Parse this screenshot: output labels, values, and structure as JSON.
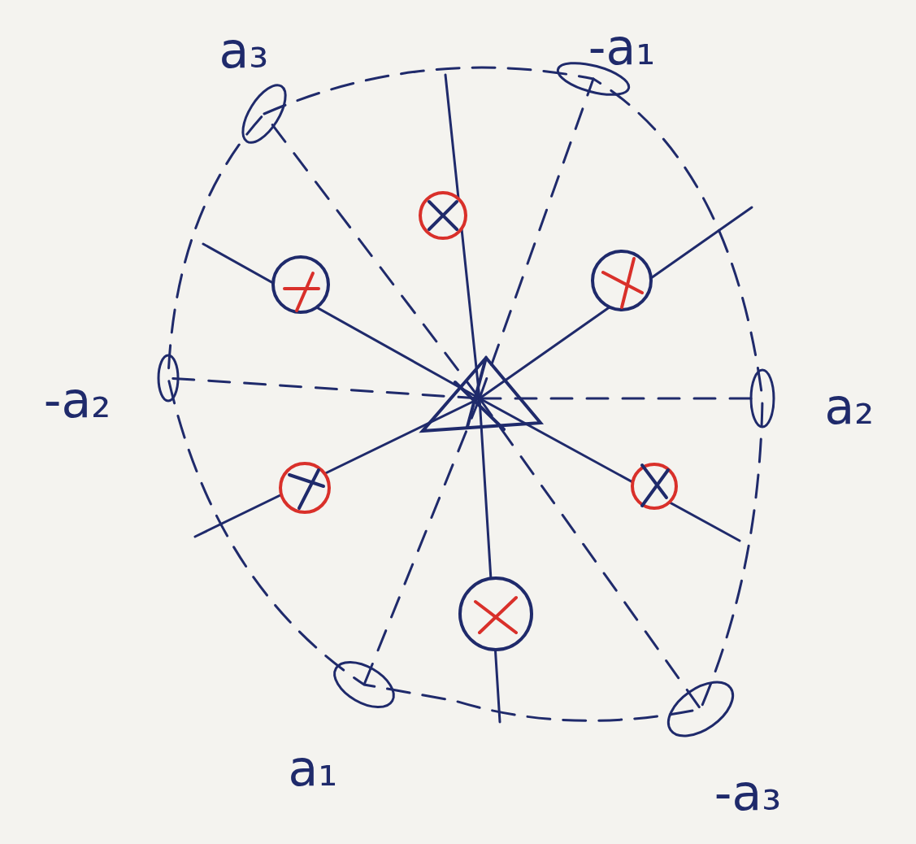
{
  "diagram": {
    "labels": [
      "a₃",
      "-a₁",
      "-a₂",
      "a₂",
      "a₁",
      "-a₃"
    ]
  }
}
